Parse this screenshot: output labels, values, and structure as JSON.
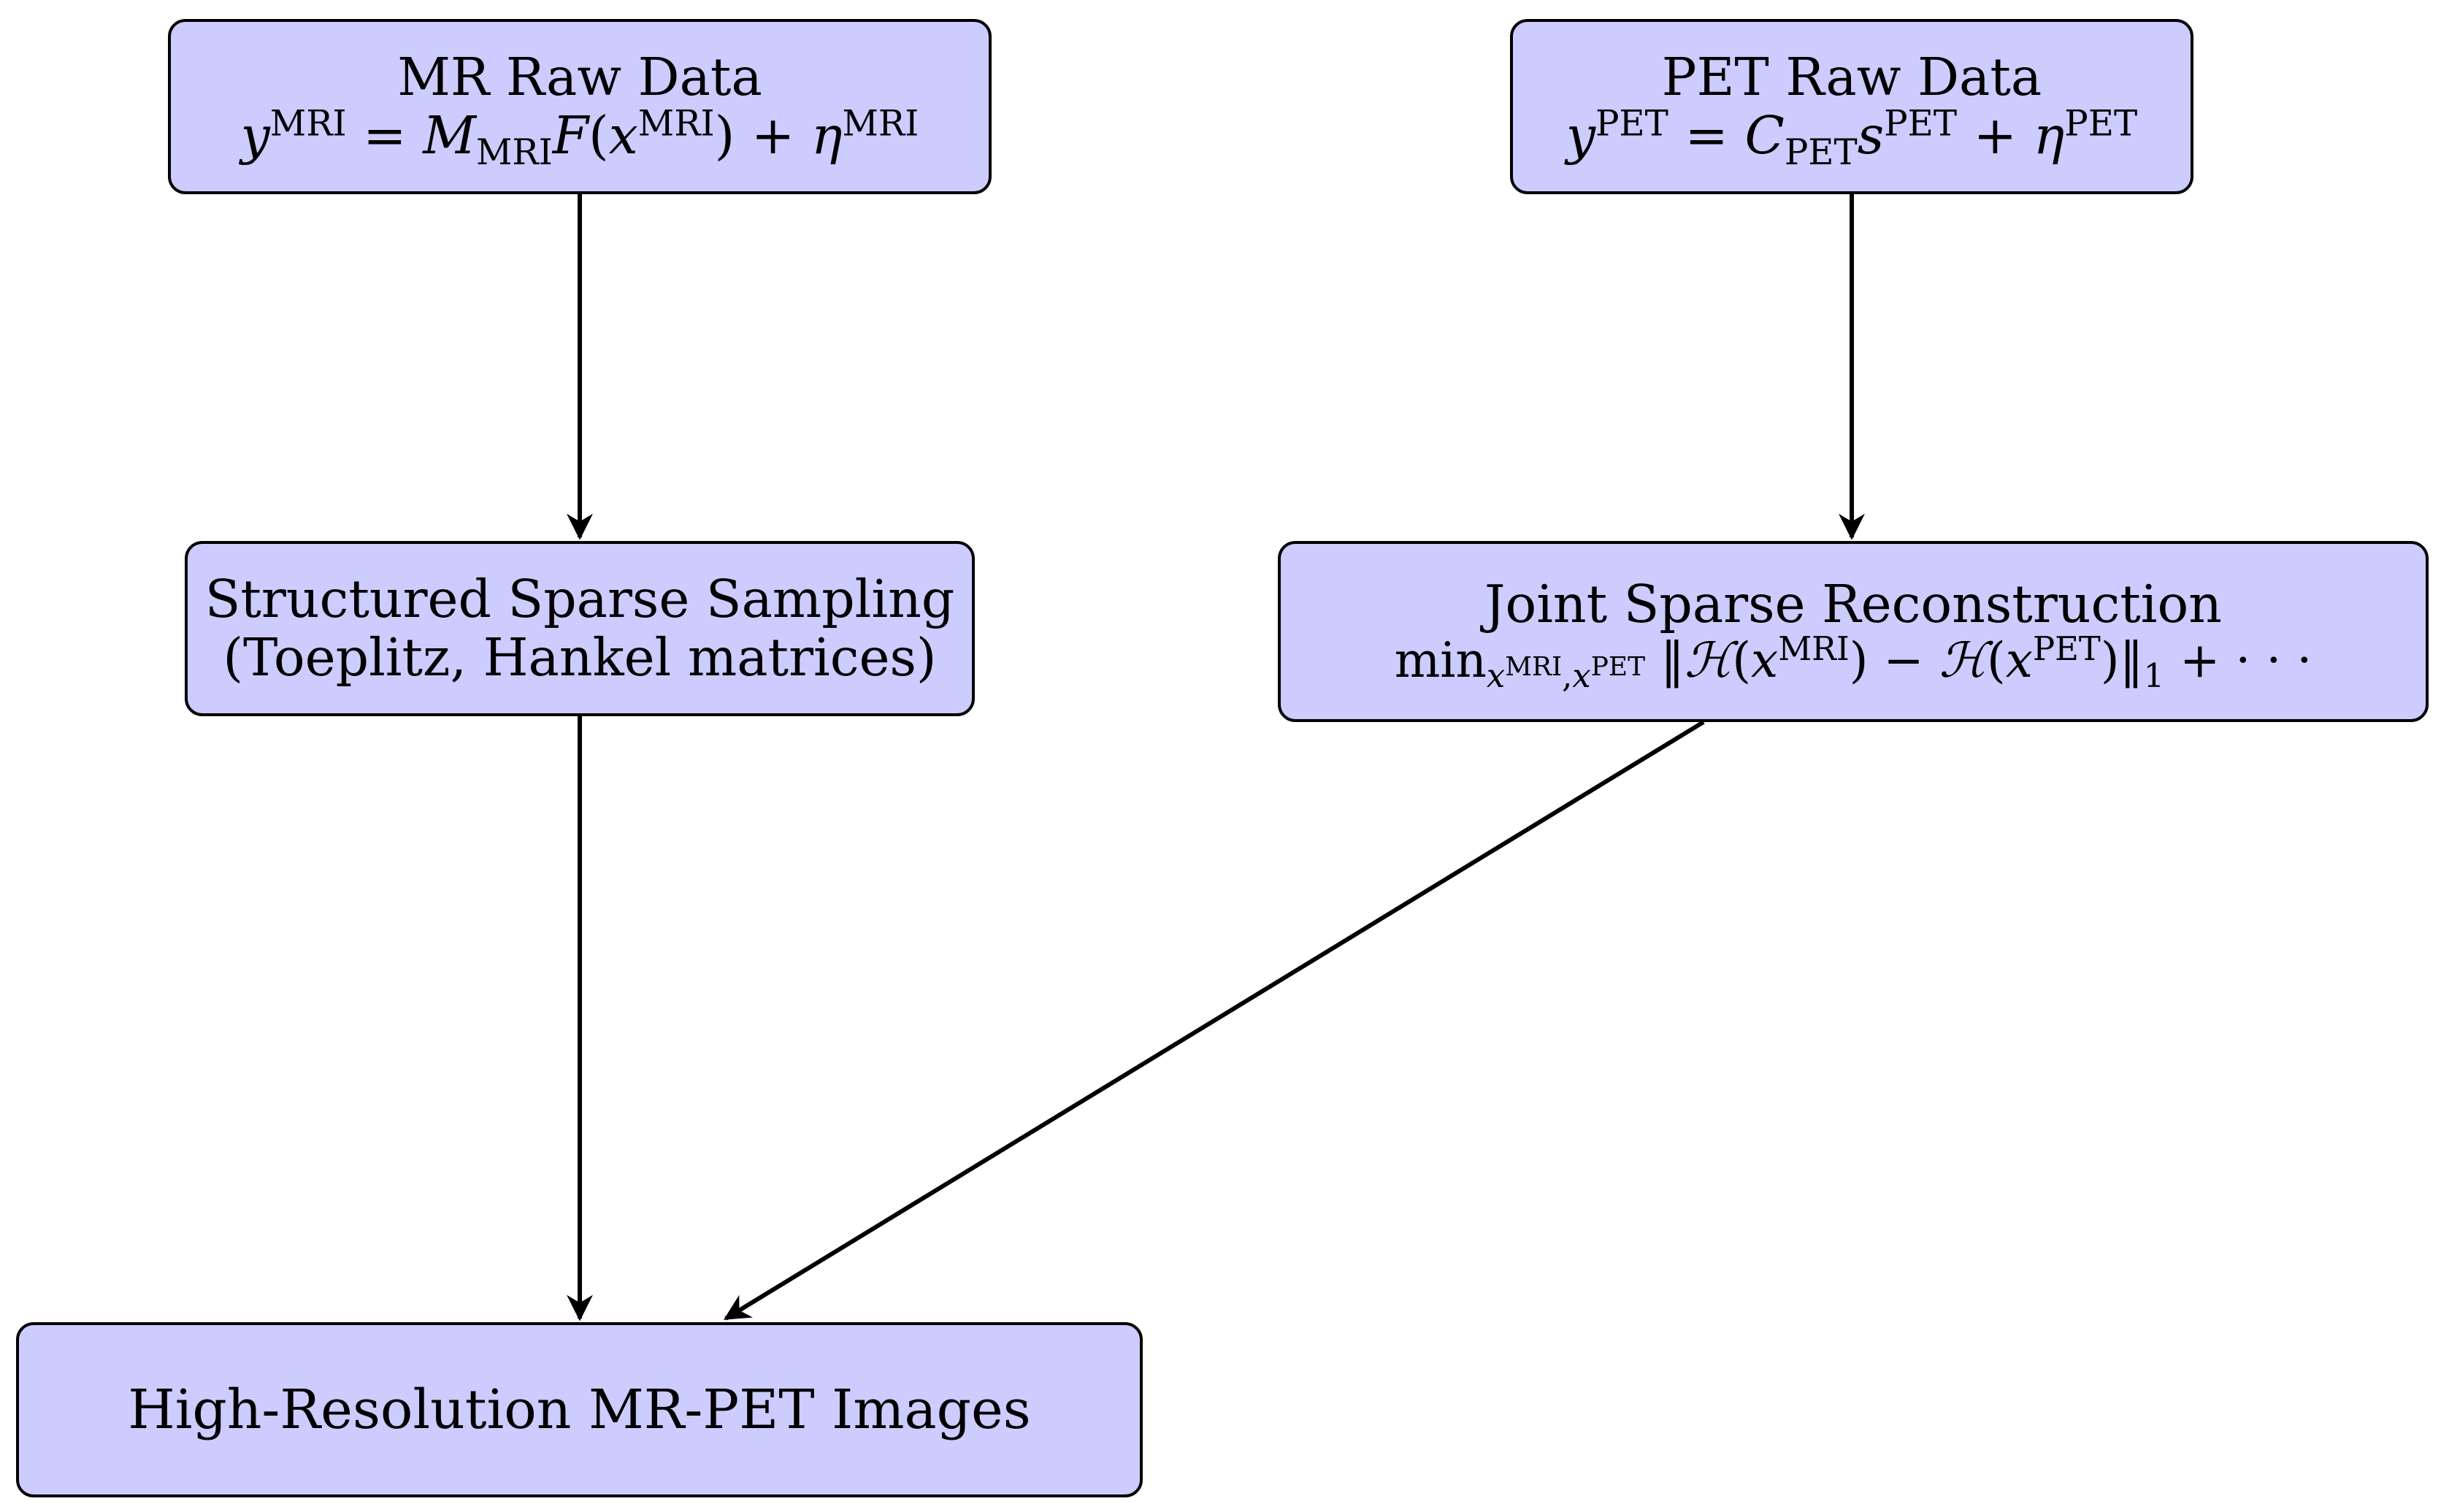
{
  "nodes": {
    "mr_raw": {
      "title": "MR Raw Data"
    },
    "pet_raw": {
      "title": "PET Raw Data"
    },
    "sampling": {
      "line1": "Structured Sparse Sampling",
      "line2": "(Toeplitz, Hankel matrices)"
    },
    "joint": {
      "title": "Joint Sparse Reconstruction"
    },
    "output": {
      "title": "High-Resolution MR-PET Images"
    }
  },
  "formulas": {
    "mri_sup": "MRI",
    "pet_sup": "PET",
    "M_sub": "MRI",
    "C_sub": "PET"
  },
  "colors": {
    "node_fill": "#ccccff",
    "stroke": "#000000"
  },
  "edges": [
    [
      "mr_raw",
      "sampling"
    ],
    [
      "pet_raw",
      "joint"
    ],
    [
      "sampling",
      "output"
    ],
    [
      "joint",
      "output"
    ]
  ]
}
